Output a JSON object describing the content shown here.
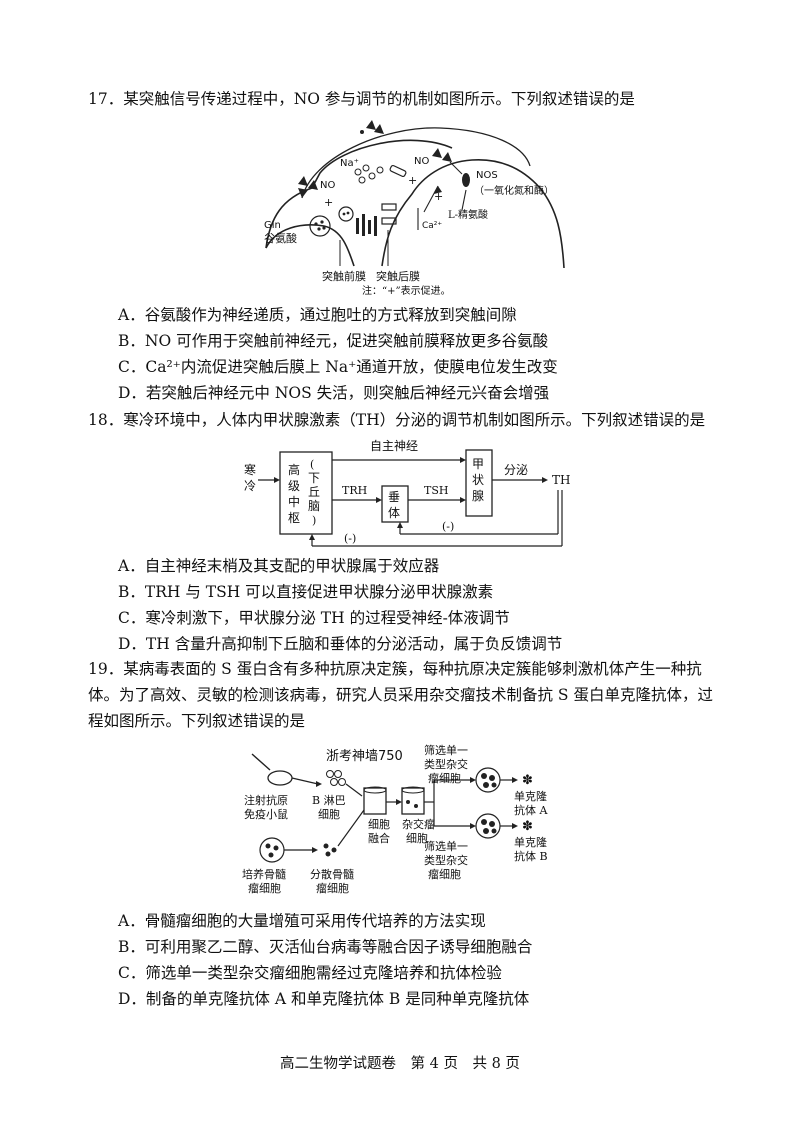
{
  "questions": [
    {
      "stem": "17．某突触信号传递过程中，NO 参与调节的机制如图所示。下列叙述错误的是",
      "options": [
        "A．谷氨酸作为神经递质，通过胞吐的方式释放到突触间隙",
        "B．NO 可作用于突触前神经元，促进突触前膜释放更多谷氨酸",
        "C．Ca²⁺内流促进突触后膜上 Na⁺通道开放，使膜电位发生改变",
        "D．若突触后神经元中 NOS 失活，则突触后神经元兴奋会增强"
      ],
      "figure": {
        "na": "Na⁺",
        "no1": "NO",
        "no2": "NO",
        "nos": "NOS",
        "nos_note": "（一氧化氮和酶）",
        "gln": "Gln",
        "glu": "谷氨酸",
        "ca": "Ca²⁺",
        "larg": "L-精氨酸",
        "pre": "突触前膜",
        "post": "突触后膜",
        "note": "注：“+”表示促进。",
        "plus": "+"
      }
    },
    {
      "stem": "18．寒冷环境中，人体内甲状腺激素（TH）分泌的调节机制如图所示。下列叙述错误的是",
      "options": [
        "A．自主神经末梢及其支配的甲状腺属于效应器",
        "B．TRH 与 TSH 可以直接促进甲状腺分泌甲状腺激素",
        "C．寒冷刺激下，甲状腺分泌 TH 的过程受神经-体液调节",
        "D．TH 含量升高抑制下丘脑和垂体的分泌活动，属于负反馈调节"
      ],
      "figure": {
        "cold": "寒冷",
        "center": "高级中枢",
        "hypo": "（下丘脑）",
        "ans": "自主神经",
        "trh": "TRH",
        "pit": "垂体",
        "tsh": "TSH",
        "thy": "甲状腺",
        "secrete": "分泌",
        "th": "TH",
        "minus1": "(-)",
        "minus2": "(-)"
      }
    },
    {
      "stem": "19．某病毒表面的 S 蛋白含有多种抗原决定簇，每种抗原决定簇能够刺激机体产生一种抗体。为了高效、灵敏的检测该病毒，研究人员采用杂交瘤技术制备抗 S 蛋白单克隆抗体，过程如图所示。下列叙述错误的是",
      "options": [
        "A．骨髓瘤细胞的大量增殖可采用传代培养的方法实现",
        "B．可利用聚乙二醇、灭活仙台病毒等融合因子诱导细胞融合",
        "C．筛选单一类型杂交瘤细胞需经过克隆培养和抗体检验",
        "D．制备的单克隆抗体 A 和单克隆抗体 B 是同种单克隆抗体"
      ],
      "figure": {
        "inject": "注射抗原",
        "mouse": "免疫小鼠",
        "bcell1": "B 淋巴",
        "bcell2": "细胞",
        "watermark": "浙考神墙750",
        "screen_top1": "筛选单一",
        "screen_top2": "类型杂交",
        "screen_top3": "瘤细胞",
        "fuse1": "细胞",
        "fuse2": "融合",
        "hybrid1": "杂交瘤",
        "hybrid2": "细胞",
        "screen_bot1": "筛选单一",
        "screen_bot2": "类型杂交",
        "screen_bot3": "瘤细胞",
        "mabA1": "单克隆",
        "mabA2": "抗体 A",
        "mabB1": "单克隆",
        "mabB2": "抗体 B",
        "culture1": "培养骨髓",
        "culture2": "瘤细胞",
        "disperse1": "分散骨髓",
        "disperse2": "瘤细胞"
      }
    }
  ],
  "footer": "高二生物学试题卷　第 4 页　共 8 页"
}
